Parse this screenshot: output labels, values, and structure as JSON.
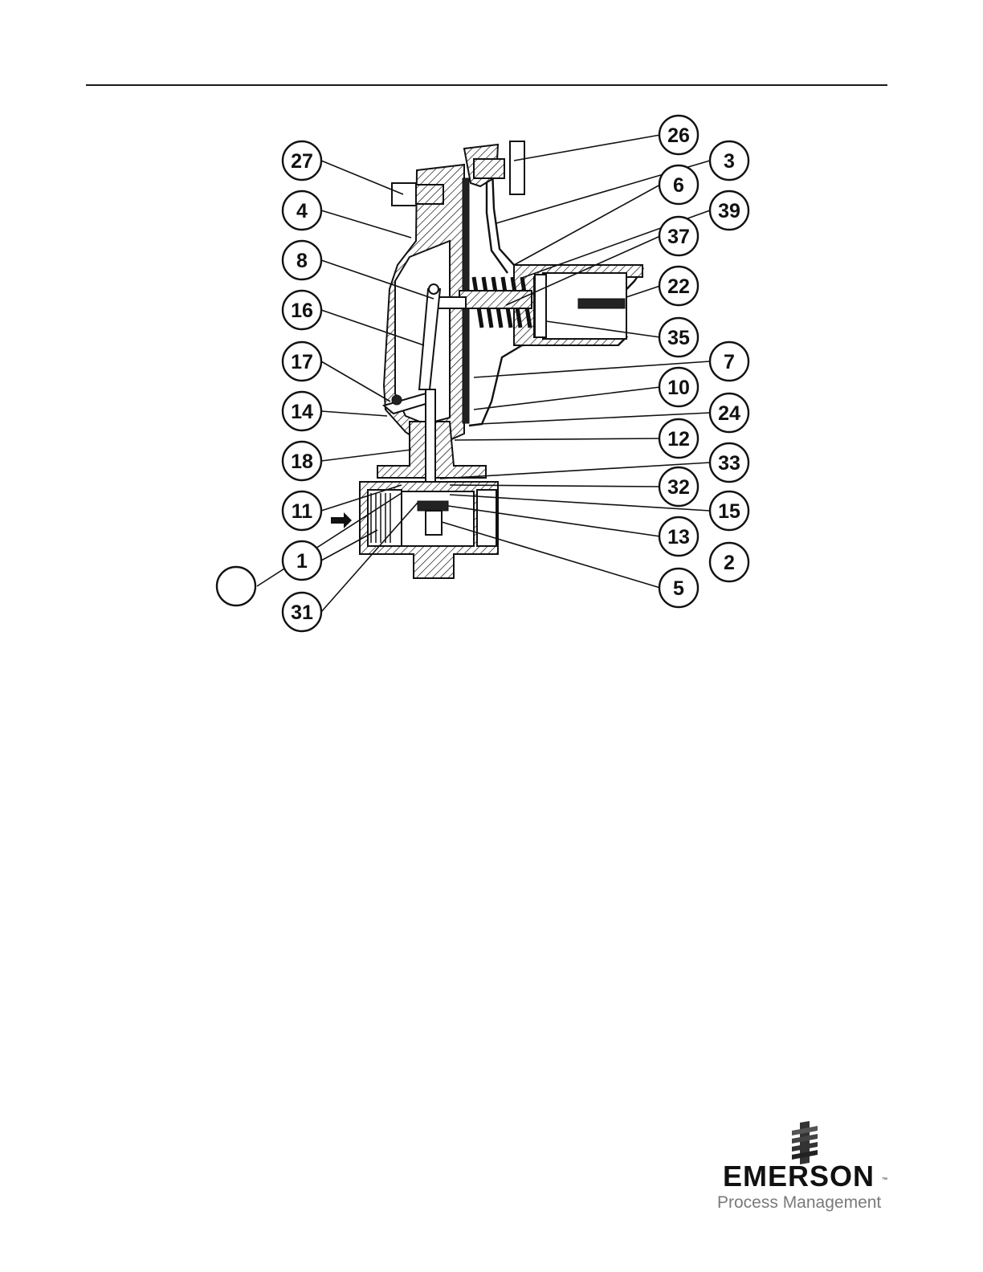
{
  "callouts": [
    {
      "id": "c27",
      "label": "27"
    },
    {
      "id": "c4",
      "label": "4"
    },
    {
      "id": "c8",
      "label": "8"
    },
    {
      "id": "c16",
      "label": "16"
    },
    {
      "id": "c17",
      "label": "17"
    },
    {
      "id": "c14",
      "label": "14"
    },
    {
      "id": "c18",
      "label": "18"
    },
    {
      "id": "c11",
      "label": "11"
    },
    {
      "id": "c1",
      "label": "1"
    },
    {
      "id": "c31",
      "label": "31"
    },
    {
      "id": "c26",
      "label": "26"
    },
    {
      "id": "c3",
      "label": "3"
    },
    {
      "id": "c6",
      "label": "6"
    },
    {
      "id": "c39",
      "label": "39"
    },
    {
      "id": "c37",
      "label": "37"
    },
    {
      "id": "c22",
      "label": "22"
    },
    {
      "id": "c35",
      "label": "35"
    },
    {
      "id": "c7",
      "label": "7"
    },
    {
      "id": "c10",
      "label": "10"
    },
    {
      "id": "c24",
      "label": "24"
    },
    {
      "id": "c12",
      "label": "12"
    },
    {
      "id": "c33",
      "label": "33"
    },
    {
      "id": "c32",
      "label": "32"
    },
    {
      "id": "c15",
      "label": "15"
    },
    {
      "id": "c13",
      "label": "13"
    },
    {
      "id": "c2",
      "label": "2"
    },
    {
      "id": "c5",
      "label": "5"
    },
    {
      "id": "cblank",
      "label": ""
    }
  ],
  "brand": {
    "name": "EMERSON",
    "trademark": "™",
    "division": "Process Management"
  }
}
